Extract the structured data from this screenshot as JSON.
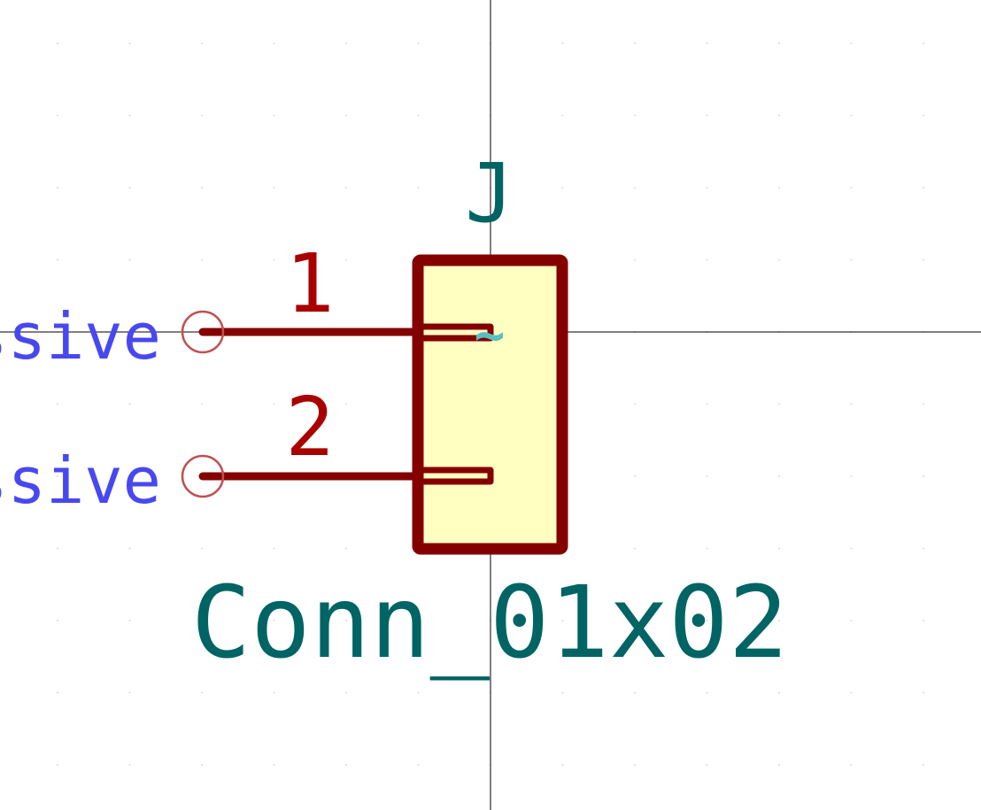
{
  "symbol": {
    "reference": "J",
    "value": "Conn_01x02",
    "unit_marker": "~",
    "pins": [
      {
        "number": "1",
        "electrical_type": "ssive"
      },
      {
        "number": "2",
        "electrical_type": "ssive"
      }
    ]
  },
  "colors": {
    "background": "#ffffff",
    "body_outline": "#840000",
    "body_fill": "#ffffc2",
    "pin_line": "#840000",
    "pin_number": "#a90000",
    "pin_type_text": "#4848f0",
    "pin_endpoint_circle": "#c05050",
    "reference_text": "#006464",
    "value_text": "#006464",
    "unit_marker": "#58c0c0",
    "crosshair": "#000000",
    "grid_dot": "#d8d8d8"
  }
}
